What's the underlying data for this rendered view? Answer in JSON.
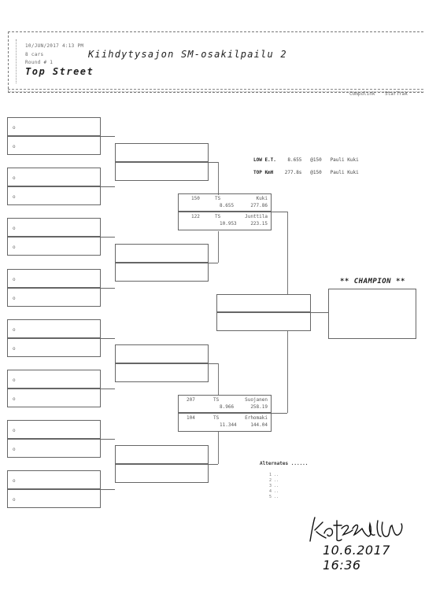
{
  "header": {
    "date_time": "10/JUN/2017   4:13 PM",
    "cars": "8 cars",
    "round": "Round # 1",
    "title": "Kiihdytysajon SM-osakilpailu 2",
    "class_name": "Top Street",
    "brand_left": "Compulink",
    "brand_right": "StarTrak"
  },
  "slots": {
    "marker": "o"
  },
  "records": {
    "low_et_label": "LOW E.T.",
    "low_et_value": "8.655",
    "low_et_at": "@150",
    "low_et_driver": "Pauli Kuki",
    "top_kmh_label": "TOP KmH",
    "top_kmh_value": "277.8s",
    "top_kmh_at": "@150",
    "top_kmh_driver": "Pauli Kuki"
  },
  "semifinal_1": {
    "top": {
      "number": "150",
      "class": "TS",
      "name": "Kuki",
      "et": "8.655",
      "speed": "277.86"
    },
    "bottom": {
      "number": "122",
      "class": "TS",
      "name": "Junttila",
      "et": "10.953",
      "speed": "223.15"
    }
  },
  "semifinal_2": {
    "top": {
      "number": "207",
      "class": "TS",
      "name": "Suojanen",
      "et": "8.966",
      "speed": "258.19"
    },
    "bottom": {
      "number": "104",
      "class": "TS",
      "name": "Erhomaki",
      "et": "11.344",
      "speed": "144.04"
    }
  },
  "champion_label": "** CHAMPION **",
  "alternates": {
    "title": "Alternates ......",
    "items": [
      "1 ..",
      "2 ..",
      "3 ..",
      "4 ..",
      "5 .."
    ]
  },
  "signature": {
    "date_time": "10.6.2017 16:36"
  }
}
